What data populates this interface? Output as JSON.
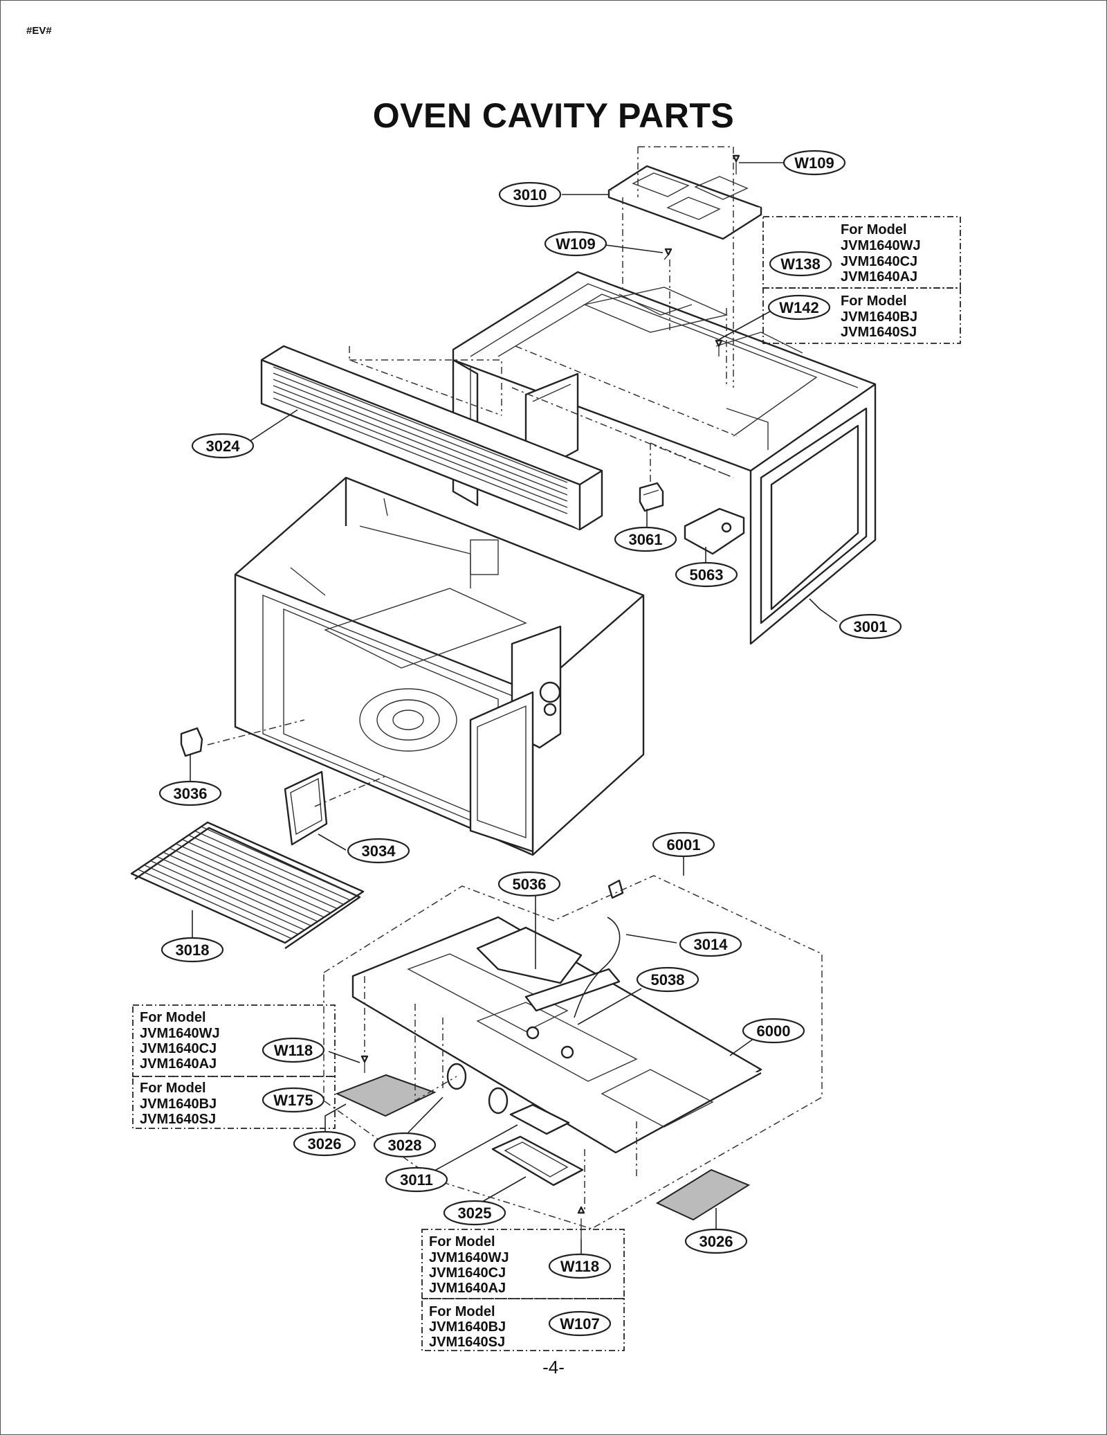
{
  "header_tag": "#EV#",
  "title": "OVEN CAVITY PARTS",
  "page_number": "-4-",
  "callouts": {
    "w109_top": "W109",
    "p3010": "3010",
    "w109_mid": "W109",
    "w138": "W138",
    "w142": "W142",
    "p3024": "3024",
    "p3061": "3061",
    "p5063": "5063",
    "p3001": "3001",
    "p3036": "3036",
    "p3034": "3034",
    "p6001": "6001",
    "p5036": "5036",
    "p3014": "3014",
    "p3018": "3018",
    "p5038": "5038",
    "p6000": "6000",
    "w118_left": "W118",
    "w175": "W175",
    "p3026_left": "3026",
    "p3028": "3028",
    "p3011": "3011",
    "p3025": "3025",
    "p3026_right": "3026",
    "w118_bottom": "W118",
    "w107": "W107"
  },
  "notes": {
    "top_a": [
      "For Model",
      "JVM1640WJ",
      "JVM1640CJ",
      "JVM1640AJ"
    ],
    "top_b": [
      "For Model",
      "JVM1640BJ",
      "JVM1640SJ"
    ],
    "left_a": [
      "For Model",
      "JVM1640WJ",
      "JVM1640CJ",
      "JVM1640AJ"
    ],
    "left_b": [
      "For Model",
      "JVM1640BJ",
      "JVM1640SJ"
    ],
    "bottom_a": [
      "For Model",
      "JVM1640WJ",
      "JVM1640CJ",
      "JVM1640AJ"
    ],
    "bottom_b": [
      "For Model",
      "JVM1640BJ",
      "JVM1640SJ"
    ]
  }
}
